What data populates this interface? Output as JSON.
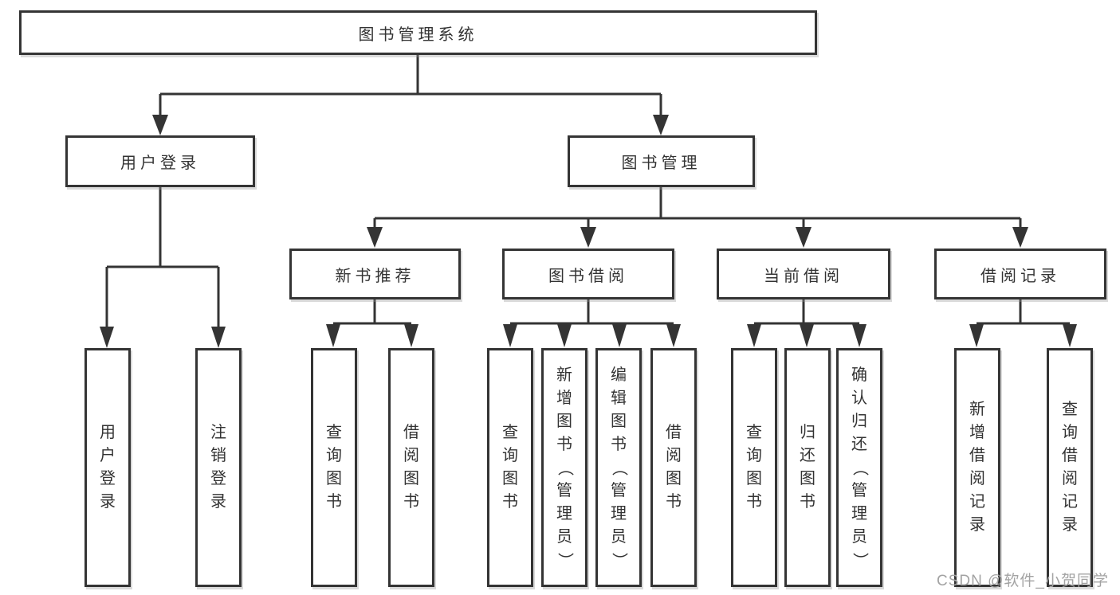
{
  "tree": {
    "root": {
      "label": "图书管理系统"
    },
    "level2": [
      {
        "label": "用户登录"
      },
      {
        "label": "图书管理"
      }
    ],
    "level3": [
      {
        "label": "新书推荐",
        "parent": "图书管理"
      },
      {
        "label": "图书借阅",
        "parent": "图书管理"
      },
      {
        "label": "当前借阅",
        "parent": "图书管理"
      },
      {
        "label": "借阅记录",
        "parent": "图书管理"
      }
    ],
    "leaves": [
      {
        "label": "用户登录",
        "parent": "用户登录"
      },
      {
        "label": "注销登录",
        "parent": "用户登录"
      },
      {
        "label": "查询图书",
        "parent": "新书推荐"
      },
      {
        "label": "借阅图书",
        "parent": "新书推荐"
      },
      {
        "label": "查询图书",
        "parent": "图书借阅"
      },
      {
        "label": "新增图书（管理员）",
        "parent": "图书借阅"
      },
      {
        "label": "编辑图书（管理员）",
        "parent": "图书借阅"
      },
      {
        "label": "借阅图书",
        "parent": "图书借阅"
      },
      {
        "label": "查询图书",
        "parent": "当前借阅"
      },
      {
        "label": "归还图书",
        "parent": "当前借阅"
      },
      {
        "label": "确认归还（管理员）",
        "parent": "当前借阅"
      },
      {
        "label": "新增借阅记录",
        "parent": "借阅记录"
      },
      {
        "label": "查询借阅记录",
        "parent": "借阅记录"
      }
    ]
  },
  "watermark": {
    "text": "CSDN @软件_小贺同学"
  },
  "colors": {
    "line": "#343434",
    "box_border": "#343434",
    "text": "#333333",
    "watermark": "#a3a3a3",
    "background": "#ffffff"
  }
}
